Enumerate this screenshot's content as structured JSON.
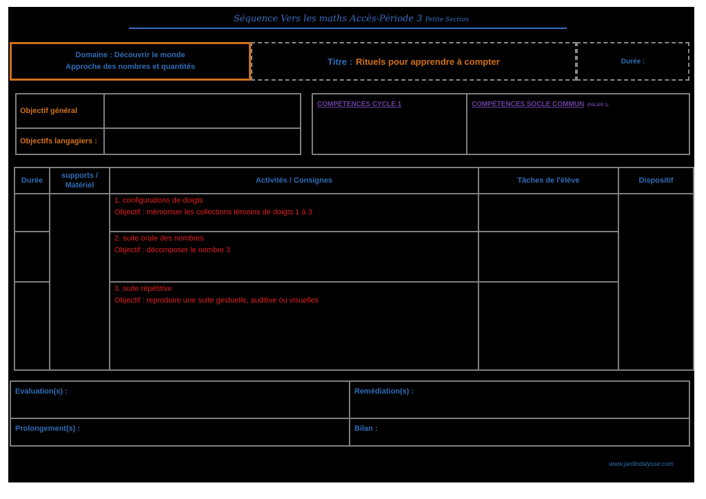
{
  "header": {
    "title": "Séquence  Vers les maths Accès-Période 3",
    "subtitle": "Petite Section"
  },
  "top": {
    "domaine_line1": "Domaine : Découvrir le monde",
    "domaine_line2": "Approche des nombres et quantités",
    "titre_label": "Titre :",
    "titre_value": "Rituels pour apprendre à compter",
    "duree_label": "Durée :"
  },
  "objectifs": {
    "general": "Objectif général",
    "langagiers": "Objectifs langagiers :"
  },
  "competences": {
    "cycle": "COMPÉTENCES CYCLE 1",
    "socle": "COMPÉTENCES SOCLE COMMUN",
    "socle_small": "(PALIER 1)"
  },
  "table": {
    "headers": {
      "duree": "Durée",
      "supports": "supports / Matériel",
      "activites": "Activités / Consignes",
      "taches": "Tâches de l'élève",
      "dispositif": "Dispositif"
    },
    "rows": [
      {
        "line1": "1. configurations de doigts",
        "line2": "Objectif : mémoriser les collections témoins de doigts 1 à 3"
      },
      {
        "line1": "2. suite orale des nombres",
        "line2": "Objectif : décomposer le nombre 3"
      },
      {
        "line1": "3.  suite répétitive",
        "line2": "Objectif : reproduire une suite gestuelle, auditive ou visuelles"
      }
    ]
  },
  "bottom": {
    "evaluation": "Evaluation(s) :",
    "remediation": "Remédiation(s) :",
    "prolongement": "Prolongement(s) :",
    "bilan": "Bilan :"
  },
  "footer": {
    "url": "www.jardindalysse.com"
  },
  "colors": {
    "blue": "#2f6db5",
    "orange": "#d0701a",
    "red": "#e02020",
    "purple": "#6a3fa0",
    "grid": "#7f7f7f"
  }
}
